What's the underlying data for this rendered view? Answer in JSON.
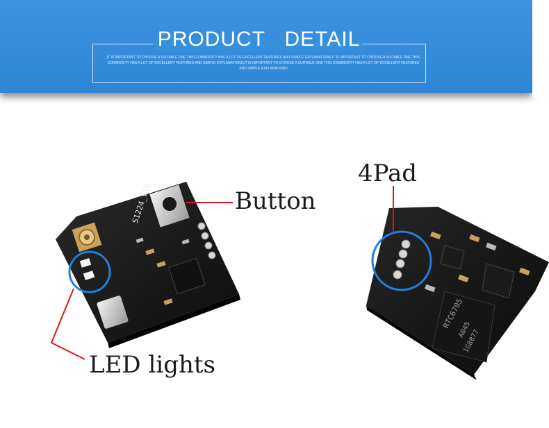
{
  "header": {
    "title": "PRODUCT   DETAIL",
    "subtitle": "IT IS IMPORTANT TO CHOOSE A SUITABLE ONE THIS COMMODITY HAS A LOT OF EXCELLENT FEATURES AND SIMPLE EXPLANATIONS,IT IS IMPORTANT TO CHOOSE A SUITABLE ONE THIS COMMODITY HAS A LOT OF EXCELLENT FEATURES AND SIMPLE EXPLANATIONS,IT IS IMPORTANT TO CHOOSE A SUITABLE ONE THIS COMMODITY HAS A LOT OF EXCELLENT FEATURES AND SIMPLE EXPLANATIONS"
  },
  "labels": {
    "button": "Button",
    "led_lights": "LED lights",
    "four_pad": "4Pad"
  },
  "board_left": {
    "silk": "S1224_V10"
  },
  "board_right": {
    "chip_line1": "RTC6705",
    "chip_line2": "A045",
    "chip_line3": "1G8877"
  },
  "colors": {
    "banner": "#3790dc",
    "callout_line": "#e0141e",
    "highlight_circle": "#1e7fe0",
    "pcb": "#151515"
  }
}
